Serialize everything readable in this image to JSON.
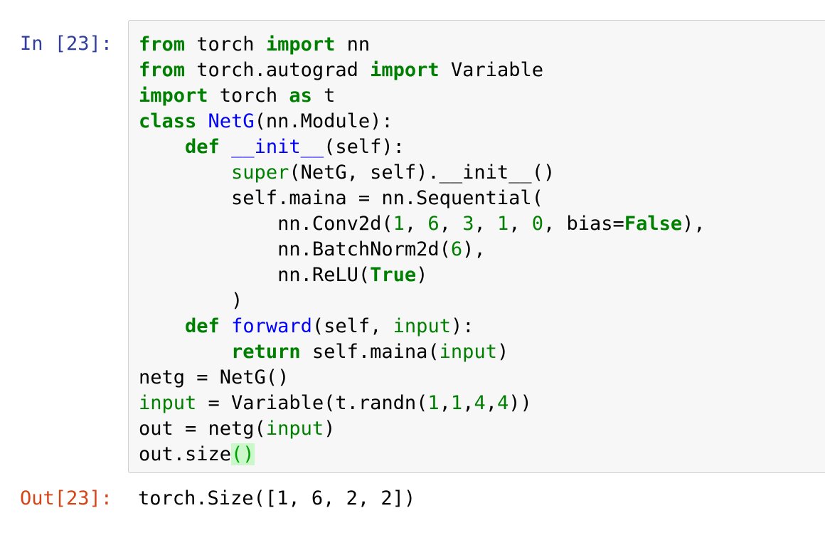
{
  "cell": {
    "in_prompt": "In [23]:",
    "out_prompt": "Out[23]:",
    "output_text": "torch.Size([1, 6, 2, 2])"
  },
  "code_lines": [
    [
      {
        "t": "from",
        "c": "kw"
      },
      {
        "t": " torch ",
        "c": ""
      },
      {
        "t": "import",
        "c": "kw"
      },
      {
        "t": " nn",
        "c": ""
      }
    ],
    [
      {
        "t": "from",
        "c": "kw"
      },
      {
        "t": " torch.autograd ",
        "c": ""
      },
      {
        "t": "import",
        "c": "kw"
      },
      {
        "t": " Variable",
        "c": ""
      }
    ],
    [
      {
        "t": "import",
        "c": "kw"
      },
      {
        "t": " torch ",
        "c": ""
      },
      {
        "t": "as",
        "c": "kw"
      },
      {
        "t": " t",
        "c": ""
      }
    ],
    [
      {
        "t": "class",
        "c": "kw"
      },
      {
        "t": " ",
        "c": ""
      },
      {
        "t": "NetG",
        "c": "fn"
      },
      {
        "t": "(nn.Module):",
        "c": ""
      }
    ],
    [
      {
        "t": "    ",
        "c": ""
      },
      {
        "t": "def",
        "c": "kw"
      },
      {
        "t": " ",
        "c": ""
      },
      {
        "t": "__init__",
        "c": "fn"
      },
      {
        "t": "(self):",
        "c": ""
      }
    ],
    [
      {
        "t": "        ",
        "c": ""
      },
      {
        "t": "super",
        "c": "bi"
      },
      {
        "t": "(NetG, self).__init__()",
        "c": ""
      }
    ],
    [
      {
        "t": "        self.maina = nn.Sequential(",
        "c": ""
      }
    ],
    [
      {
        "t": "            nn.Conv2d(",
        "c": ""
      },
      {
        "t": "1",
        "c": "num"
      },
      {
        "t": ", ",
        "c": ""
      },
      {
        "t": "6",
        "c": "num"
      },
      {
        "t": ", ",
        "c": ""
      },
      {
        "t": "3",
        "c": "num"
      },
      {
        "t": ", ",
        "c": ""
      },
      {
        "t": "1",
        "c": "num"
      },
      {
        "t": ", ",
        "c": ""
      },
      {
        "t": "0",
        "c": "num"
      },
      {
        "t": ", bias=",
        "c": ""
      },
      {
        "t": "False",
        "c": "kw"
      },
      {
        "t": "),",
        "c": ""
      }
    ],
    [
      {
        "t": "            nn.BatchNorm2d(",
        "c": ""
      },
      {
        "t": "6",
        "c": "num"
      },
      {
        "t": "),",
        "c": ""
      }
    ],
    [
      {
        "t": "            nn.ReLU(",
        "c": ""
      },
      {
        "t": "True",
        "c": "kw"
      },
      {
        "t": ")",
        "c": ""
      }
    ],
    [
      {
        "t": "        )",
        "c": ""
      }
    ],
    [
      {
        "t": "    ",
        "c": ""
      },
      {
        "t": "def",
        "c": "kw"
      },
      {
        "t": " ",
        "c": ""
      },
      {
        "t": "forward",
        "c": "fn"
      },
      {
        "t": "(self, ",
        "c": ""
      },
      {
        "t": "input",
        "c": "bi"
      },
      {
        "t": "):",
        "c": ""
      }
    ],
    [
      {
        "t": "        ",
        "c": ""
      },
      {
        "t": "return",
        "c": "kw"
      },
      {
        "t": " self.maina(",
        "c": ""
      },
      {
        "t": "input",
        "c": "bi"
      },
      {
        "t": ")",
        "c": ""
      }
    ],
    [
      {
        "t": "netg = NetG()",
        "c": ""
      }
    ],
    [
      {
        "t": "input",
        "c": "bi"
      },
      {
        "t": " = Variable(t.randn(",
        "c": ""
      },
      {
        "t": "1",
        "c": "num"
      },
      {
        "t": ",",
        "c": ""
      },
      {
        "t": "1",
        "c": "num"
      },
      {
        "t": ",",
        "c": ""
      },
      {
        "t": "4",
        "c": "num"
      },
      {
        "t": ",",
        "c": ""
      },
      {
        "t": "4",
        "c": "num"
      },
      {
        "t": "))",
        "c": ""
      }
    ],
    [
      {
        "t": "out = netg(",
        "c": ""
      },
      {
        "t": "input",
        "c": "bi"
      },
      {
        "t": ")",
        "c": ""
      }
    ],
    [
      {
        "t": "out.size",
        "c": ""
      },
      {
        "t": "()",
        "c": "mb"
      }
    ]
  ],
  "colors": {
    "in_prompt": "#303f9f",
    "out_prompt": "#d84315",
    "keyword": "#008000",
    "function_name": "#0000ff",
    "cell_background": "#f7f7f7",
    "cell_border": "#cfcfcf"
  }
}
